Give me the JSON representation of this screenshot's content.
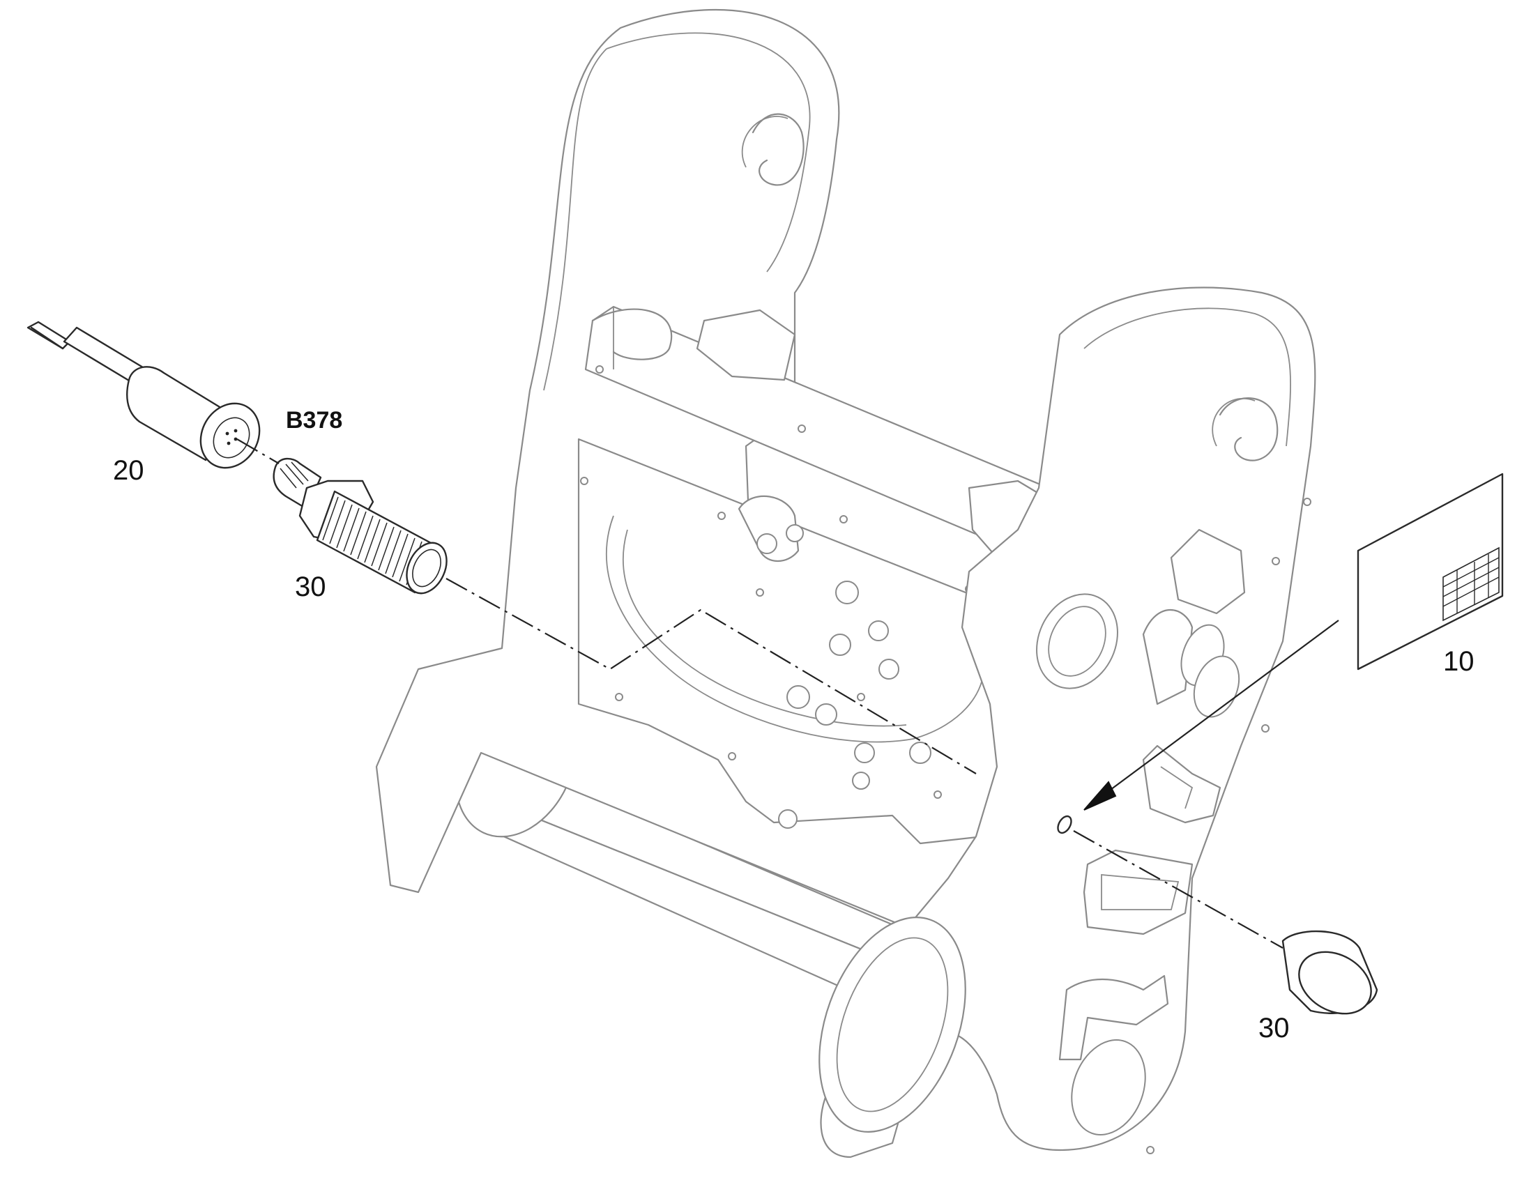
{
  "callouts": {
    "cable_connector": "20",
    "sensor_id": "B378",
    "sensor": "30",
    "plug": "30",
    "decal": "10"
  }
}
